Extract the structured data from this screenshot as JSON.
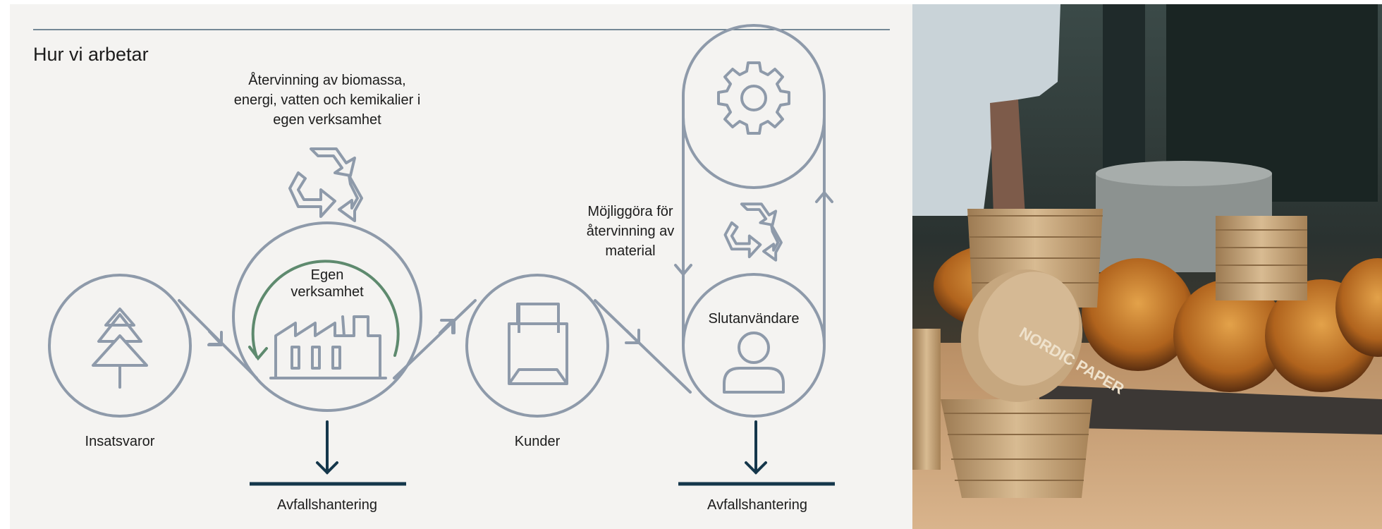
{
  "title": "Hur vi arbetar",
  "labels": {
    "recycling_own": "Återvinning av biomassa,\nenergi, vatten och kemikalier i\negen verksamhet",
    "own_operations": "Egen\nverksamhet",
    "inputs": "Insatsvaror",
    "customers": "Kunder",
    "end_users": "Slutanvändare",
    "enable_recycling": "Möjliggöra för\nåtervinning av\nmaterial",
    "waste_1": "Avfallshantering",
    "waste_2": "Avfallshantering"
  },
  "photo": {
    "brand_text": "NORDIC PAPER"
  },
  "colors": {
    "panel_bg": "#f4f3f1",
    "line": "#8e9aaa",
    "accent_green": "#5e8a6e",
    "dark_navy": "#15374b",
    "rule": "#4a6478"
  }
}
